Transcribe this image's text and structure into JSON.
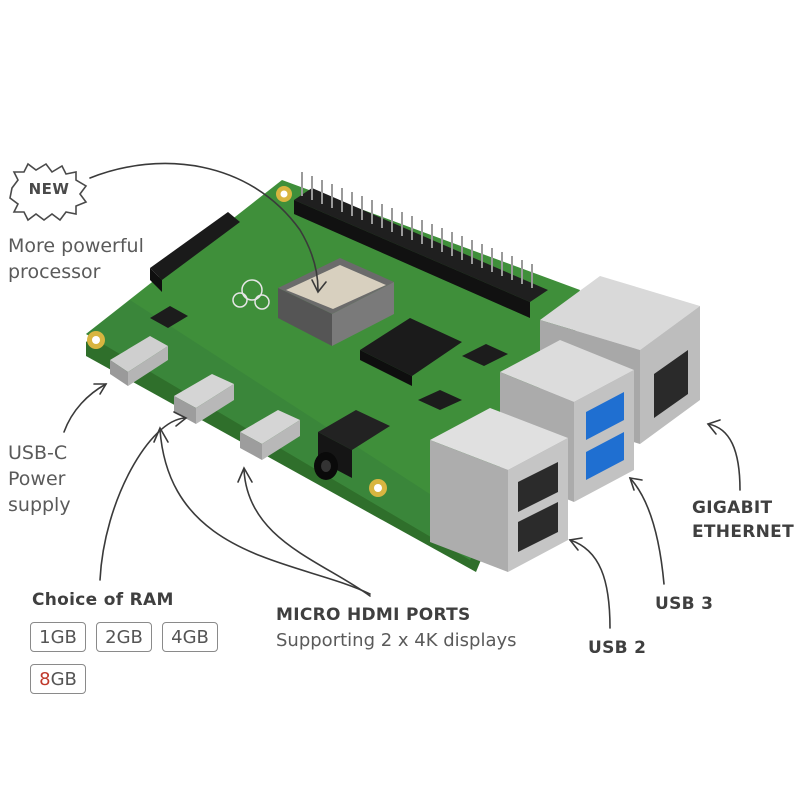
{
  "badge": {
    "text": "NEW"
  },
  "processor": {
    "line1": "More powerful",
    "line2": "processor"
  },
  "usbc": {
    "line1": "USB-C",
    "line2": "Power",
    "line3": "supply"
  },
  "ram": {
    "title": "Choice of RAM",
    "options": [
      "1GB",
      "2GB",
      "4GB"
    ],
    "highlight_digit": "8",
    "highlight_suffix": "GB"
  },
  "hdmi": {
    "title": "MICRO HDMI PORTS",
    "subtitle": "Supporting 2 x 4K displays"
  },
  "usb2": {
    "label": "USB 2"
  },
  "usb3": {
    "label": "USB 3"
  },
  "ethernet": {
    "line1": "GIGABIT",
    "line2": "ETHERNET"
  },
  "colors": {
    "board": "#3f8f3a",
    "board_dark": "#2d6b2a",
    "metal": "#c9c9c9",
    "usb3_blue": "#1f6fd1",
    "annotation": "#3a3a3a",
    "highlight_digit": "#c0392b"
  }
}
